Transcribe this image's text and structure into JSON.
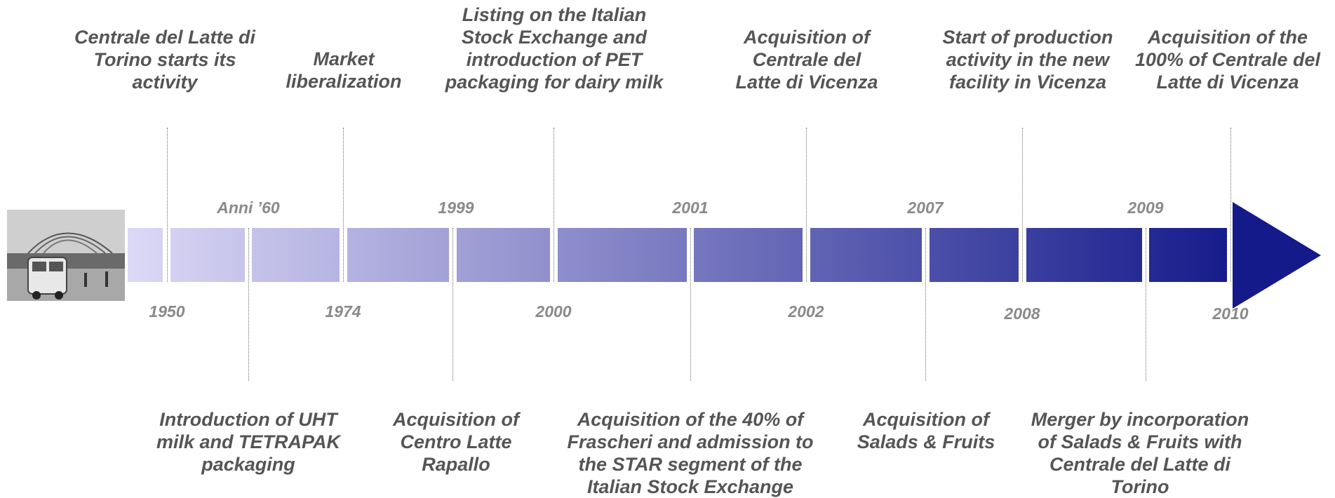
{
  "top_events": [
    {
      "year": "1950",
      "text": "Centrale del Latte di\nTorino starts its\nactivity"
    },
    {
      "year": "1974",
      "text": "Market\nliberalization"
    },
    {
      "year": "2000",
      "text": "Listing on the Italian\nStock Exchange and\nintroduction of PET\npackaging for dairy milk"
    },
    {
      "year": "2002",
      "text": "Acquisition of\nCentrale del\nLatte di Vicenza"
    },
    {
      "year": "2008",
      "text": "Start of production\nactivity in the new\nfacility in Vicenza"
    },
    {
      "year": "2010",
      "text": "Acquisition of the\n100% of Centrale del\nLatte di Vicenza"
    }
  ],
  "bottom_events": [
    {
      "year": "Anni ’60",
      "text": "Introduction of UHT\nmilk and TETRAPAK\npackaging"
    },
    {
      "year": "1999",
      "text": "Acquisition of\nCentro Latte\nRapallo"
    },
    {
      "year": "2001",
      "text": "Acquisition of the 40% of\nFrascheri and admission to\nthe STAR segment of the\nItalian Stock Exchange"
    },
    {
      "year": "2007",
      "text": "Acquisition of\nSalads & Fruits"
    },
    {
      "year": "2009",
      "text": "Merger by incorporation\nof Salads & Fruits with\nCentrale del Latte di\nTorino"
    }
  ],
  "colors": {
    "start": "#dcd8f6",
    "end": "#141a8a",
    "text": "#555555",
    "year_text": "#8a8a8a"
  },
  "image": {
    "icon": "historic-milk-truck-photo"
  }
}
